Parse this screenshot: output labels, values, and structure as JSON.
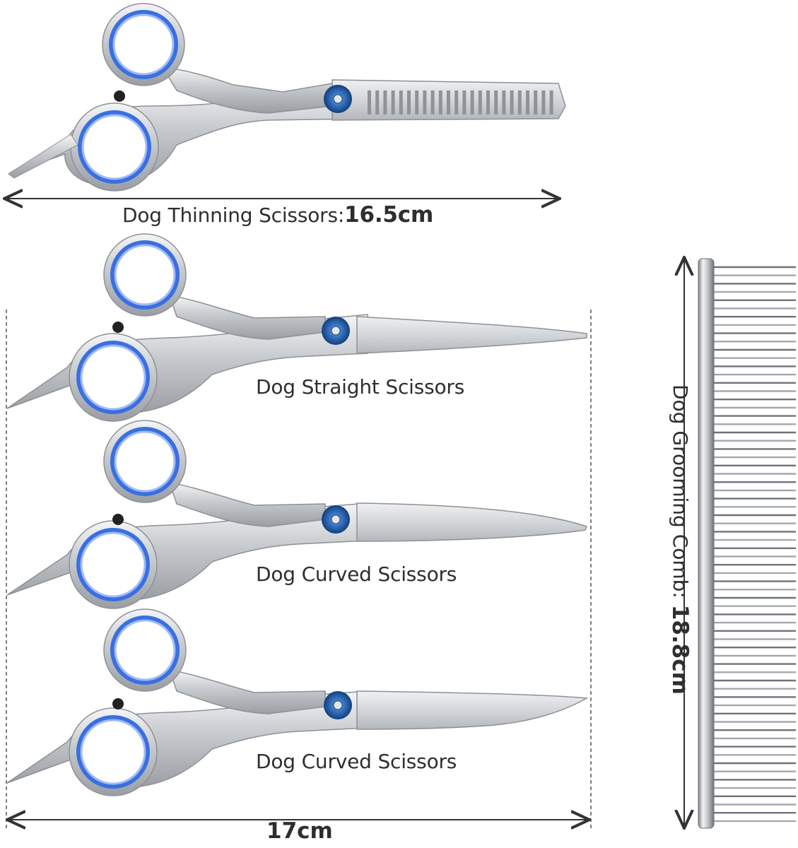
{
  "labels": {
    "thinning_name": "Dog Thinning Scissors:",
    "thinning_size": "16.5cm",
    "straight": "Dog Straight Scissors",
    "curved_1": "Dog Curved Scissors",
    "curved_2": "Dog Curved Scissors",
    "scissors_width": "17cm",
    "comb_name": "Dog Grooming Comb: ",
    "comb_size": "18.8cm"
  },
  "colors": {
    "ring_blue": "#3a6fe0",
    "ring_light": "#9fbaf5",
    "steel": "#c9ccd0",
    "steel_dark": "#8d9196",
    "screw_blue": "#1f5fb0",
    "arrow": "#333333"
  }
}
